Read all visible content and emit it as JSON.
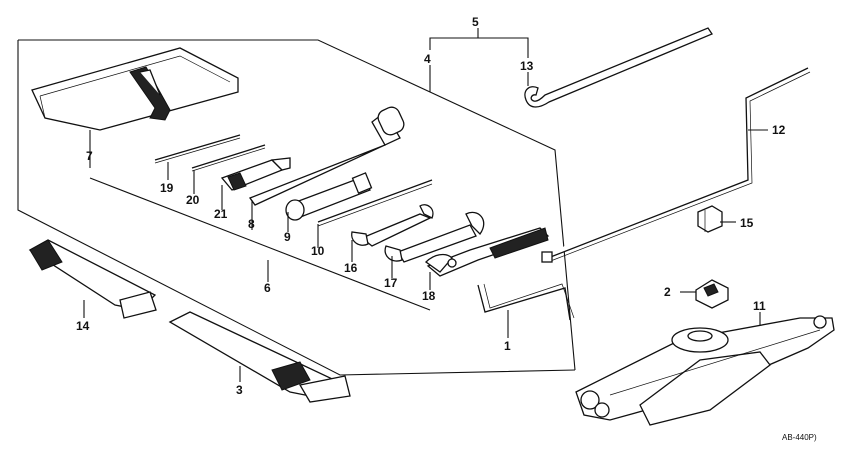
{
  "callouts": {
    "c1": "1",
    "c2": "2",
    "c3": "3",
    "c4": "4",
    "c5": "5",
    "c6": "6",
    "c7": "7",
    "c8": "8",
    "c9": "9",
    "c10": "10",
    "c11": "11",
    "c12": "12",
    "c13": "13",
    "c14": "14",
    "c15": "15",
    "c16": "16",
    "c17": "17",
    "c18": "18",
    "c19": "19",
    "c20": "20",
    "c21": "21"
  },
  "drawing_code": "AB-440P)"
}
